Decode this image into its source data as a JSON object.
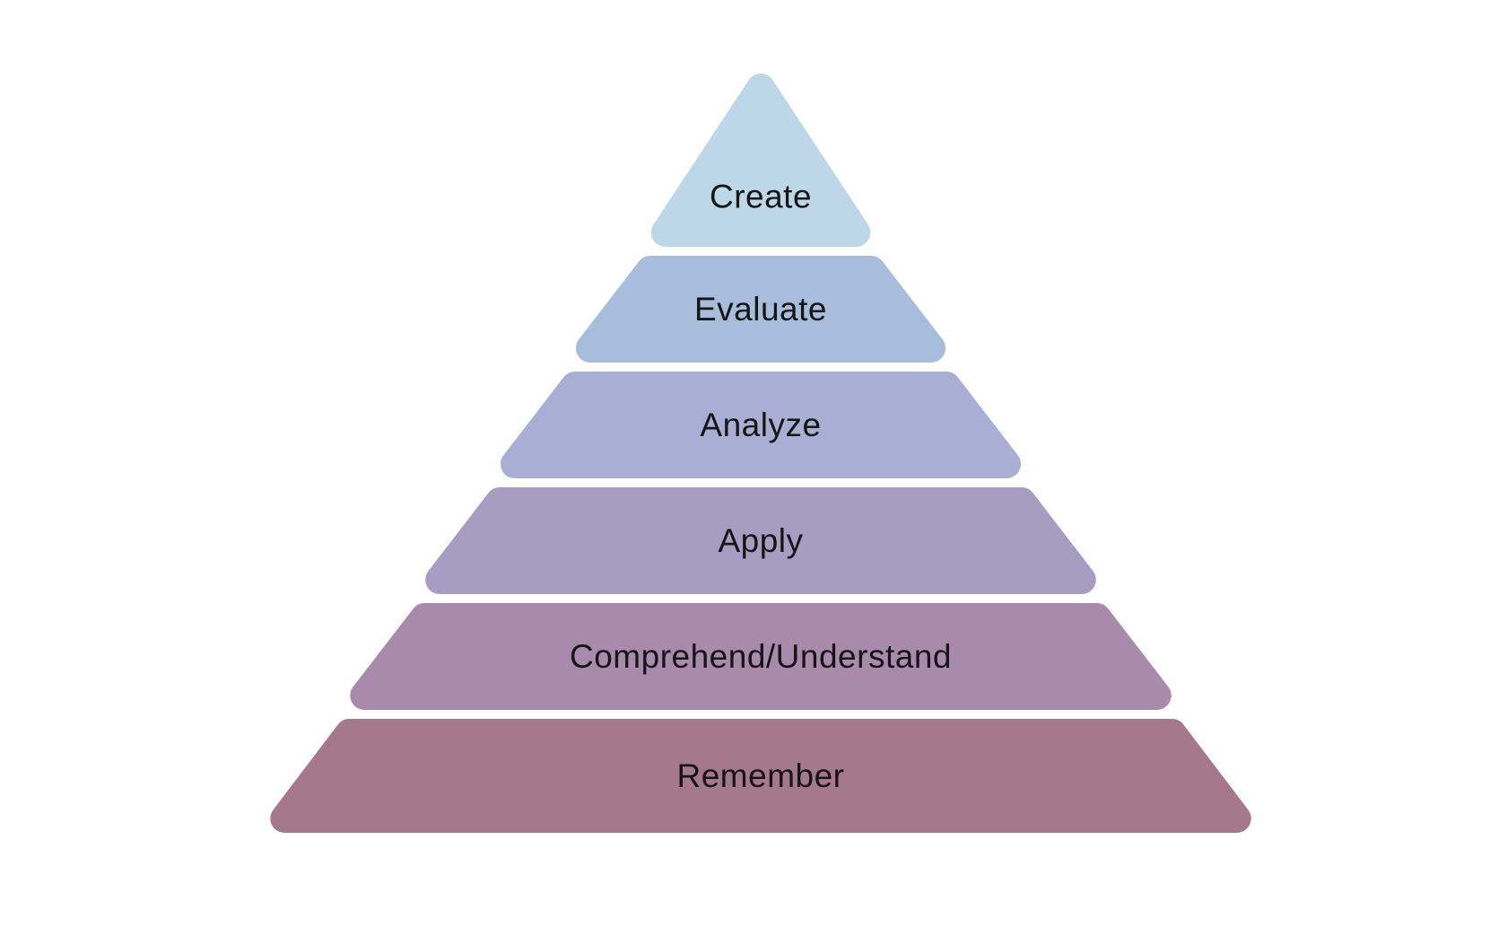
{
  "diagram": {
    "type": "pyramid",
    "background": "#ffffff",
    "text_color": "#151515",
    "levels": [
      {
        "label": "Create",
        "color": "#bdd6e8"
      },
      {
        "label": "Evaluate",
        "color": "#a8bddc"
      },
      {
        "label": "Analyze",
        "color": "#a8aed4"
      },
      {
        "label": "Apply",
        "color": "#a79cc2"
      },
      {
        "label": "Comprehend/Understand",
        "color": "#aa8aac"
      },
      {
        "label": "Remember",
        "color": "#a6788c"
      }
    ]
  }
}
